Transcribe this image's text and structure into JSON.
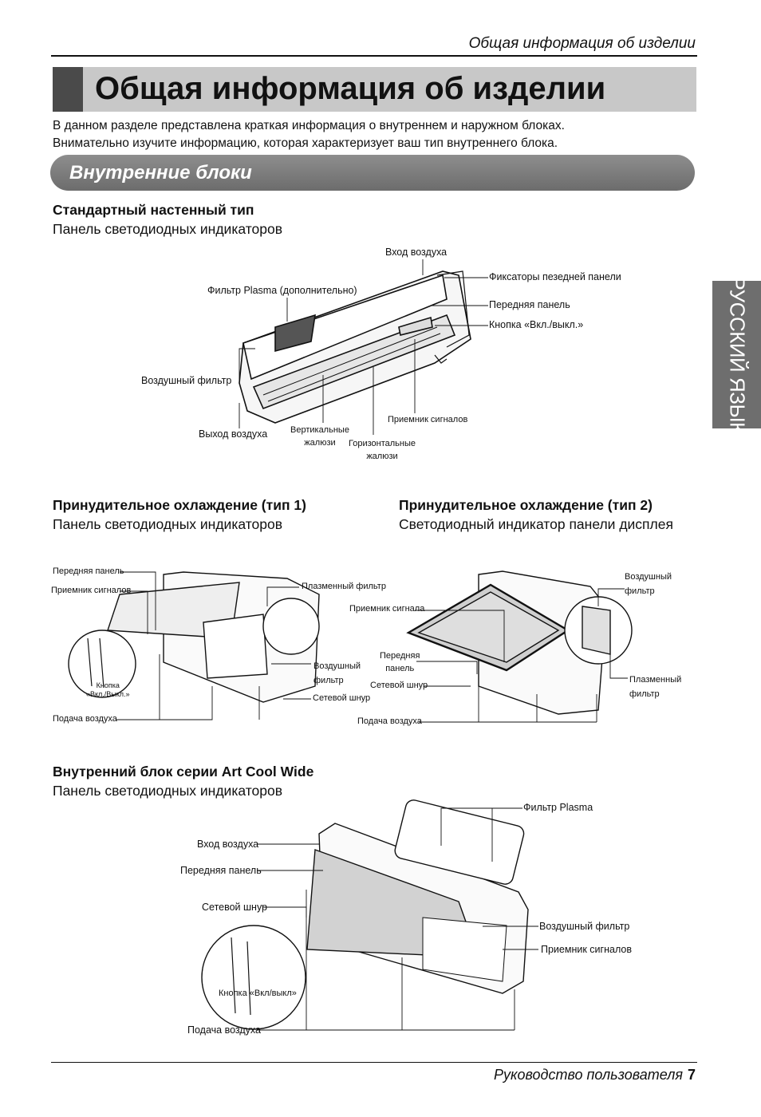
{
  "header": {
    "running_title": "Общая информация об изделии"
  },
  "title": "Общая информация об изделии",
  "intro": {
    "line1": "В данном разделе представлена краткая информация о внутреннем и наружном блоках.",
    "line2": "Внимательно изучите информацию, которая характеризует ваш тип внутреннего блока."
  },
  "section_title": "Внутренние блоки",
  "side_tab": "РУССКИЙ ЯЗЫК",
  "standard": {
    "heading": "Стандартный настенный тип",
    "subheading": "Панель светодиодных индикаторов",
    "labels": {
      "air_inlet": "Вход воздуха",
      "front_panel_catches": "Фиксаторы пезедней панели",
      "plasma_filter": "Фильтр Plasma (дополнительно)",
      "front_panel": "Передняя панель",
      "on_off_button": "Кнопка «Вкл./выкл.»",
      "air_filter": "Воздушный фильтр",
      "signal_receiver": "Приемник сигналов",
      "air_outlet": "Выход воздуха",
      "vertical_louvers": "Вертикальные\nжалюзи",
      "horizontal_louvers": "Горизонтальные\nжалюзи"
    }
  },
  "jet1": {
    "heading": "Принудительное охлаждение (тип 1)",
    "subheading": "Панель светодиодных индикаторов",
    "labels": {
      "front_panel": "Передняя панель",
      "signal_receiver": "Приемник сигналов",
      "plasma_filter": "Плазменный фильтр",
      "air_filter": "Воздушный\nфильтр",
      "power_cord": "Сетевой шнур",
      "button": "Кнопка\n«Вкл./Выкл.»",
      "air_supply": "Подача воздуха"
    }
  },
  "jet2": {
    "heading": "Принудительное охлаждение (тип 2)",
    "subheading": "Светодиодный индикатор панели дисплея",
    "labels": {
      "air_filter": "Воздушный\nфильтр",
      "signal_receiver": "Приемник сигнала",
      "front_panel": "Передняя\nпанель",
      "power_cord": "Сетевой шнур",
      "plasma_filter": "Плазменный\nфильтр",
      "air_supply": "Подача воздуха"
    }
  },
  "artcool": {
    "heading": "Внутренний блок серии Art Cool Wide",
    "subheading": "Панель светодиодных индикаторов",
    "labels": {
      "plasma_filter": "Фильтр Plasma",
      "air_inlet": "Вход воздуха",
      "front_panel": "Передняя панель",
      "power_cord": "Сетевой шнур",
      "air_filter": "Воздушный фильтр",
      "signal_receiver": "Приемник сигналов",
      "button": "Кнопка «Вкл/выкл»",
      "air_supply": "Подача воздуха"
    }
  },
  "footer": {
    "text": "Руководство пользователя",
    "page": "7"
  }
}
